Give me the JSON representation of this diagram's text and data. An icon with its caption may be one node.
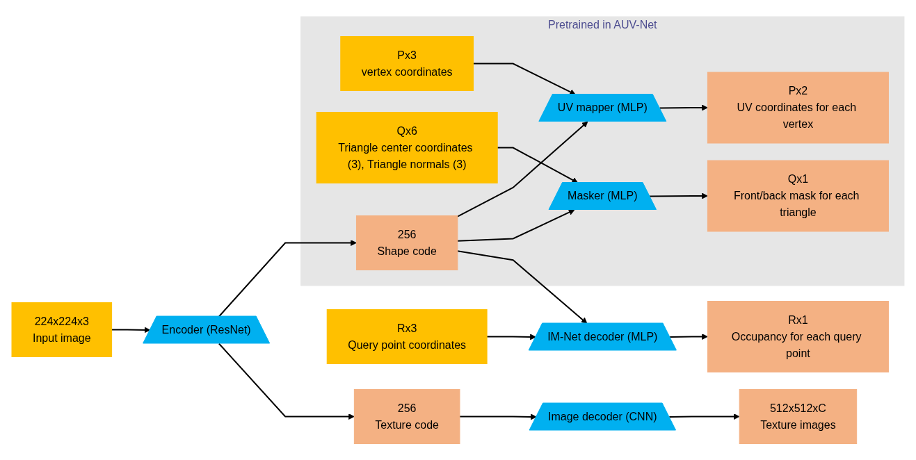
{
  "diagram": {
    "nodes": [
      {
        "text": [
          "Pretrained in AUV-Net"
        ]
      },
      {
        "text": [
          "224x224x3",
          "Input image"
        ]
      },
      {
        "text": [
          "Encoder (ResNet)"
        ]
      },
      {
        "text": [
          "256",
          "Shape code"
        ],
        "in": 0
      },
      {
        "text": [
          "Px3",
          "vertex coordinates"
        ],
        "in": 0
      },
      {
        "text": [
          "UV mapper (MLP)"
        ],
        "in": 0
      },
      {
        "text": [
          "Px2",
          "UV coordinates for each vertex"
        ],
        "in": 0
      },
      {
        "text": [
          "Qx6",
          "Triangle center coordinates (3), Triangle normals (3)"
        ],
        "in": 0
      },
      {
        "text": [
          "Masker (MLP)"
        ],
        "in": 0
      },
      {
        "text": [
          "Qx1",
          "Front/back mask for each triangle"
        ],
        "in": 0
      },
      {
        "text": [
          "Rx3",
          "Query point coordinates"
        ]
      },
      {
        "text": [
          "IM-Net decoder (MLP)"
        ]
      },
      {
        "text": [
          "Rx1",
          "Occupancy for each query point"
        ]
      },
      {
        "text": [
          "256",
          "Texture code"
        ]
      },
      {
        "text": [
          "Image decoder (CNN)"
        ]
      },
      {
        "text": [
          "512x512xC",
          "Texture images"
        ]
      }
    ],
    "edges": [
      {
        "from": 1,
        "to": 2,
        "arrow": "to"
      },
      {
        "from": 2,
        "to": 3,
        "arrow": "to"
      },
      {
        "from": 2,
        "to": 13,
        "arrow": "to"
      },
      {
        "from": 3,
        "to": 5,
        "arrow": "to"
      },
      {
        "from": 3,
        "to": 8,
        "arrow": "to"
      },
      {
        "from": 3,
        "to": 11,
        "arrow": "to"
      },
      {
        "from": 4,
        "to": 5,
        "arrow": "to"
      },
      {
        "from": 5,
        "to": 6,
        "arrow": "to"
      },
      {
        "from": 7,
        "to": 8,
        "arrow": "to"
      },
      {
        "from": 8,
        "to": 9,
        "arrow": "to"
      },
      {
        "from": 10,
        "to": 11,
        "arrow": "to"
      },
      {
        "from": 11,
        "to": 12,
        "arrow": "to"
      },
      {
        "from": 13,
        "to": 14,
        "arrow": "to"
      },
      {
        "from": 14,
        "to": 15,
        "arrow": "to"
      }
    ]
  }
}
